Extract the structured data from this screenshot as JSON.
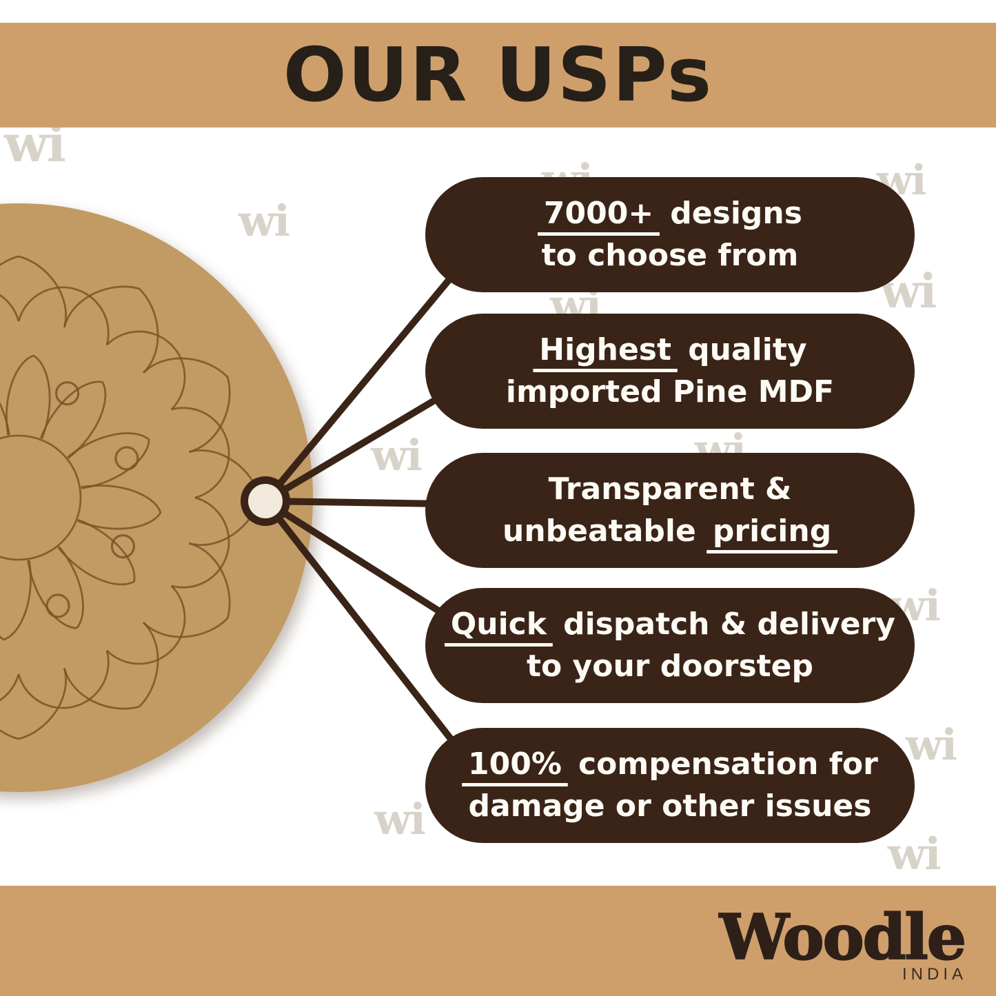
{
  "header": {
    "title": "OUR USPs"
  },
  "watermark": {
    "text": "wi"
  },
  "colors": {
    "band_tan": "#cf9f6b",
    "disc_tan": "#c79d62",
    "pill_brown": "#3a2417",
    "line_brown": "#3a2417",
    "mandala_stroke": "#7b5226",
    "watermark_gray": "#d8d3c9",
    "text_white": "#fdfbf5",
    "title_dark": "#262018"
  },
  "pills": [
    {
      "lines": [
        [
          {
            "text": "7000+",
            "underline": true
          },
          {
            "text": " designs",
            "underline": false
          }
        ],
        [
          {
            "text": "to choose from",
            "underline": false
          }
        ]
      ]
    },
    {
      "lines": [
        [
          {
            "text": "Highest",
            "underline": true
          },
          {
            "text": " quality",
            "underline": false
          }
        ],
        [
          {
            "text": "imported Pine MDF",
            "underline": false
          }
        ]
      ]
    },
    {
      "lines": [
        [
          {
            "text": "Transparent &",
            "underline": false
          }
        ],
        [
          {
            "text": "unbeatable ",
            "underline": false
          },
          {
            "text": "pricing",
            "underline": true
          }
        ]
      ]
    },
    {
      "lines": [
        [
          {
            "text": "Quick",
            "underline": true
          },
          {
            "text": " dispatch & delivery",
            "underline": false
          }
        ],
        [
          {
            "text": "to your doorstep",
            "underline": false
          }
        ]
      ]
    },
    {
      "lines": [
        [
          {
            "text": "100%",
            "underline": true
          },
          {
            "text": " compensation for",
            "underline": false
          }
        ],
        [
          {
            "text": "damage or other issues",
            "underline": false
          }
        ]
      ]
    }
  ],
  "footer": {
    "brand": "Woodle",
    "country": "INDIA"
  }
}
